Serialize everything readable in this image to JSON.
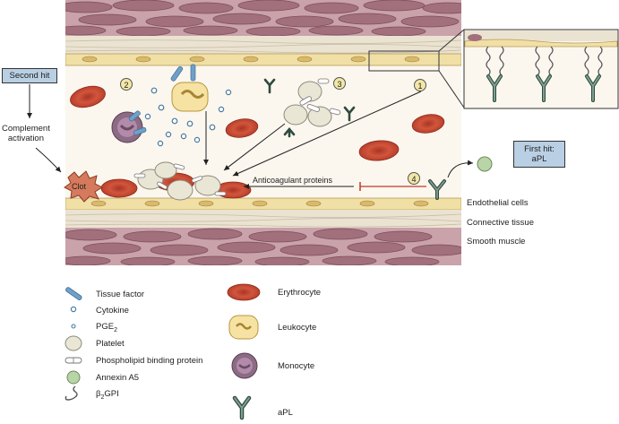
{
  "callouts": {
    "second_hit": "Second hit",
    "complement": "Complement\nactivation",
    "first_hit": "First hit:\naPL",
    "clot": "Clot",
    "anticoagulant": "Anticoagulant proteins"
  },
  "steps": [
    "1",
    "2",
    "3",
    "4"
  ],
  "layers": {
    "endothelial": "Endothelial cells",
    "connective": "Connective tissue",
    "smooth": "Smooth muscle"
  },
  "legend": {
    "left": [
      {
        "icon": "tissue-factor-icon",
        "label": "Tissue factor"
      },
      {
        "icon": "cytokine-icon",
        "label": "Cytokine"
      },
      {
        "icon": "pge2-icon",
        "label": "PGE2"
      },
      {
        "icon": "platelet-icon",
        "label": "Platelet"
      },
      {
        "icon": "phospholipid-binding-protein-icon",
        "label": "Phospholipid binding protein"
      },
      {
        "icon": "annexin-a5-icon",
        "label": "Annexin A5"
      },
      {
        "icon": "b2gpi-icon",
        "label": "β2GPI"
      }
    ],
    "right": [
      {
        "icon": "erythrocyte-icon",
        "label": "Erythrocyte"
      },
      {
        "icon": "leukocyte-icon",
        "label": "Leukocyte"
      },
      {
        "icon": "monocyte-icon",
        "label": "Monocyte"
      },
      {
        "icon": "apl-antibody-icon",
        "label": "aPL"
      }
    ]
  },
  "colors": {
    "erythrocyte": "#c8452f",
    "muscle": "#b07b86",
    "endothelium": "#f1e0a6",
    "connective": "#ece4d3",
    "first_hit_box": "#b9cfe4",
    "inhibit_line": "#c0392b"
  }
}
